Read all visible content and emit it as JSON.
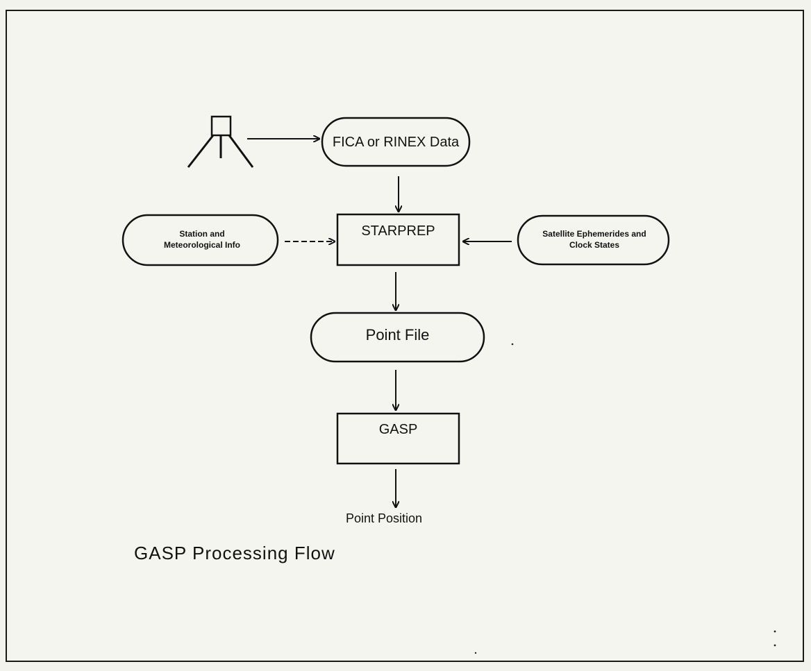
{
  "diagram": {
    "caption": "GASP Processing Flow",
    "nodes": {
      "fica_rinex": "FICA or RINEX Data",
      "station_info": "Station and Meteorological Info",
      "starprep": "STARPREP",
      "satellite_info": "Satellite Ephemerides and Clock States",
      "point_file": "Point File",
      "gasp": "GASP"
    },
    "output": "Point Position",
    "icons": {
      "receiver": "gps-receiver-tripod-icon"
    }
  }
}
